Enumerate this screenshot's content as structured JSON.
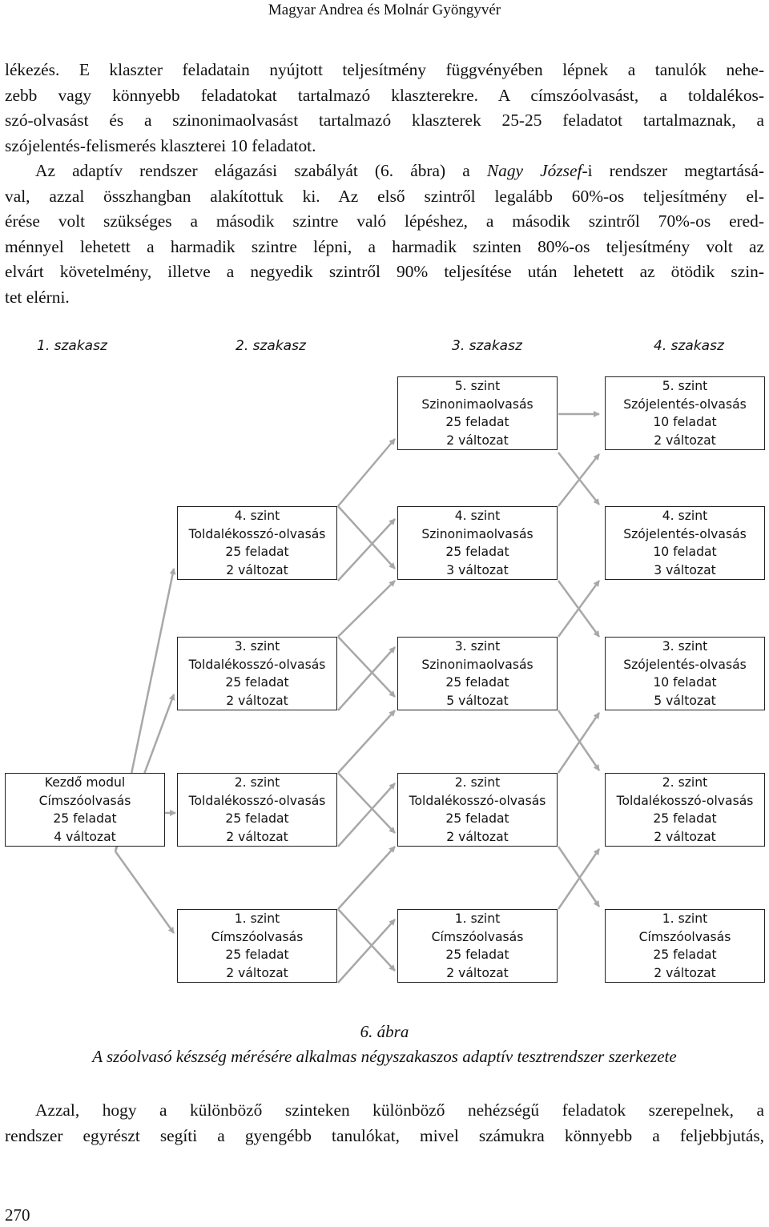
{
  "header": "Magyar Andrea és Molnár Gyöngyvér",
  "para1_lines": [
    "lékezés. E klaszter feladatain nyújtott teljesítmény függvényében lépnek a tanulók nehe-",
    "zebb vagy könnyebb feladatokat tartalmazó klaszterekre. A címszóolvasást, a toldalékos-",
    "szó-olvasást és a szinonimaolvasást tartalmazó klaszterek 25-25 feladatot tartalmaznak, a",
    "szójelentés-felismerés klaszterei 10 feladatot."
  ],
  "para2": {
    "l1_a": "Az adaptív rendszer elágazási szabályát (6. ábra) a ",
    "l1_italic": "Nagy József",
    "l1_b": "-i rendszer megtartásá-",
    "rest": [
      "val, azzal összhangban alakítottuk ki. Az első szintről legalább 60%-os teljesítmény el-",
      "érése volt szükséges a második szintre való lépéshez, a második szintről 70%-os ered-",
      "ménnyel lehetett a harmadik szintre lépni, a harmadik szinten 80%-os teljesítmény volt az",
      "elvárt követelmény, illetve a negyedik szintről 90% teljesítése után lehetett az ötödik szin-",
      "tet elérni."
    ]
  },
  "stages": [
    "1. szakasz",
    "2. szakasz",
    "3. szakasz",
    "4. szakasz"
  ],
  "boxes": {
    "s3_l5": [
      "5. szint",
      "Szinonimaolvasás",
      "25 feladat",
      "2 változat"
    ],
    "s4_l5": [
      "5. szint",
      "Szójelentés-olvasás",
      "10 feladat",
      "2 változat"
    ],
    "s2_l4": [
      "4. szint",
      "Toldalékosszó-olvasás",
      "25 feladat",
      "2 változat"
    ],
    "s3_l4": [
      "4. szint",
      "Szinonimaolvasás",
      "25 feladat",
      "3 változat"
    ],
    "s4_l4": [
      "4. szint",
      "Szójelentés-olvasás",
      "10 feladat",
      "3 változat"
    ],
    "s2_l3": [
      "3. szint",
      "Toldalékosszó-olvasás",
      "25 feladat",
      "2 változat"
    ],
    "s3_l3": [
      "3. szint",
      "Szinonimaolvasás",
      "25 feladat",
      "5 változat"
    ],
    "s4_l3": [
      "3. szint",
      "Szójelentés-olvasás",
      "10 feladat",
      "5 változat"
    ],
    "s1_start": [
      "Kezdő modul",
      "Címszóolvasás",
      "25 feladat",
      "4 változat"
    ],
    "s2_l2": [
      "2. szint",
      "Toldalékosszó-olvasás",
      "25 feladat",
      "2 változat"
    ],
    "s3_l2": [
      "2. szint",
      "Toldalékosszó-olvasás",
      "25 feladat",
      "2 változat"
    ],
    "s4_l2": [
      "2. szint",
      "Toldalékosszó-olvasás",
      "25 feladat",
      "2 változat"
    ],
    "s2_l1": [
      "1. szint",
      "Címszóolvasás",
      "25 feladat",
      "2 változat"
    ],
    "s3_l1": [
      "1. szint",
      "Címszóolvasás",
      "25 feladat",
      "2 változat"
    ],
    "s4_l1": [
      "1. szint",
      "Címszóolvasás",
      "25 feladat",
      "2 változat"
    ]
  },
  "figure": {
    "number": "6. ábra",
    "caption": "A szóolvasó készség mérésére alkalmas négyszakaszos adaptív tesztrendszer szerkezete"
  },
  "para3_lines": [
    "Azzal, hogy a különböző szinteken különböző nehézségű feladatok szerepelnek, a",
    "rendszer egyrészt segíti a gyengébb tanulókat, mivel számukra könnyebb a feljebbjutás,"
  ],
  "page_number": "270"
}
